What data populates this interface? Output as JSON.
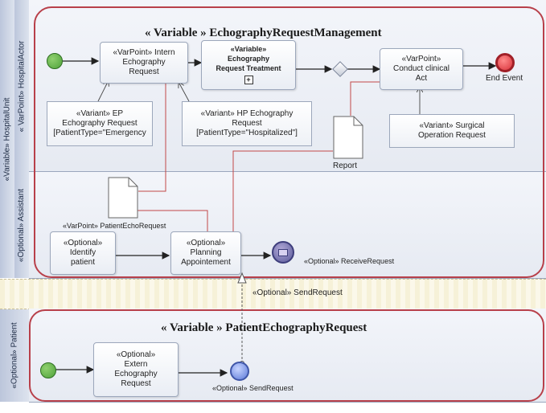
{
  "lanes": {
    "hospital_unit": "«Variable» HospitalUnit",
    "hospital_actor": "« VarPoint» HospitalActor",
    "assistant": "«Optional» Assistant",
    "patient": "«Optional» Patient"
  },
  "pools": {
    "top_title": "« Variable » EchographyRequestManagement",
    "bottom_title": "« Variable » PatientEchographyRequest"
  },
  "tasks": {
    "intern_request": [
      "«VarPoint» Intern",
      "Echography",
      "Request"
    ],
    "request_treatment": [
      "«Variable»",
      "Echography",
      "Request Treatment"
    ],
    "conduct_clinical": [
      "«VarPoint»",
      "Conduct clinical",
      "Act"
    ],
    "identify_patient": [
      "«Optional»",
      "Identify",
      "patient"
    ],
    "planning_appointment": [
      "«Optional»",
      "Planning",
      "Appointement"
    ],
    "extern_request": [
      "«Optional»",
      "Extern",
      "Echography",
      "Request"
    ]
  },
  "notes": {
    "ep_request": [
      "«Variant» EP",
      "Echography Request",
      "[PatientType=\"Emergency"
    ],
    "hp_request": [
      "«Variant» HP Echography",
      "Request",
      "[PatientType=\"Hospitalized\"]"
    ],
    "surgical_request": [
      "«Variant» Surgical",
      "Operation Request"
    ]
  },
  "labels": {
    "end_event": "End Event",
    "report": "Report",
    "patient_echo_request": "«VarPoint» PatientEchoRequest",
    "receive_request": "«Optional» ReceiveRequest",
    "send_request_message": "«Optional» SendRequest",
    "send_request_event": "«Optional» SendRequest"
  },
  "colors": {
    "variability_border": "#b8404a",
    "start_event": "#4fa23a",
    "end_event": "#d8323a",
    "intermediate_event": "#5a5a9a",
    "lane_header": "#bcc6db"
  },
  "icons": {
    "start": "start-event-icon",
    "end": "end-event-icon",
    "gateway": "gateway-diamond-icon",
    "subprocess": "subprocess-marker-icon",
    "receive": "receive-message-event-icon",
    "send": "send-message-event-icon",
    "document": "document-icon"
  }
}
